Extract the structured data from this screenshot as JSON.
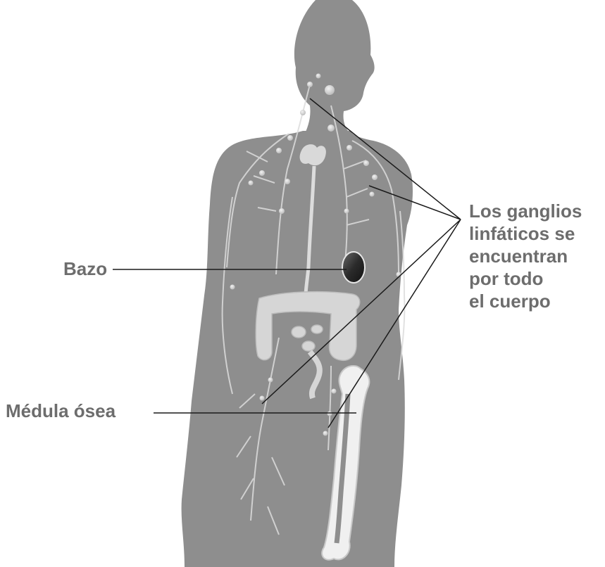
{
  "labels": {
    "spleen": "Bazo",
    "bone_marrow": "Médula ósea",
    "lymph_nodes": [
      "Los ganglios",
      "linfáticos se",
      "encuentran",
      "por todo",
      "el cuerpo"
    ]
  },
  "colors": {
    "body_silhouette": "#8e8e8e",
    "label_text": "#6d6d6d",
    "leader_lines": "#1a1a1a",
    "organs": "#d9d9d9",
    "spleen": "#3a3a3a"
  }
}
